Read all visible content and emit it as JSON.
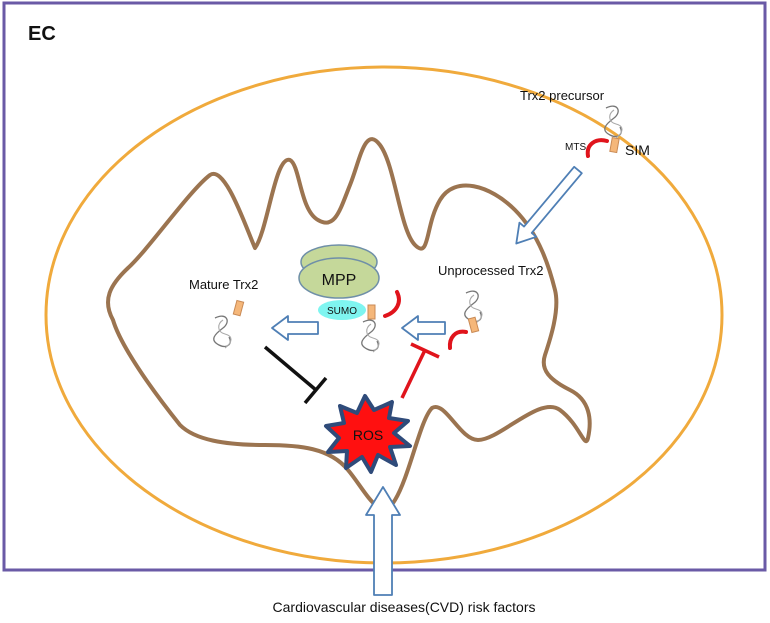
{
  "labels": {
    "cell": "EC",
    "precursor": "Trx2 precursor",
    "mts": "MTS",
    "sim": "SIM",
    "mpp": "MPP",
    "sumo": "SUMO",
    "mature": "Mature Trx2",
    "unprocessed": "Unprocessed Trx2",
    "ros": "ROS",
    "risk": "Cardiovascular diseases(CVD) risk factors"
  },
  "colors": {
    "frame": "#6a5aa6",
    "cell_outline": "#f0aa3c",
    "mito_outline": "#9b7450",
    "arrow": "#4f7fb5",
    "mts_red": "#e0141c",
    "sim_orange": "#f5b77a",
    "mpp_green": "#c5d89a",
    "sumo_cyan": "#7ff5f0",
    "ros_red": "#ff1010",
    "ros_border": "#2f4b7a",
    "inhibit_black": "#111111"
  }
}
